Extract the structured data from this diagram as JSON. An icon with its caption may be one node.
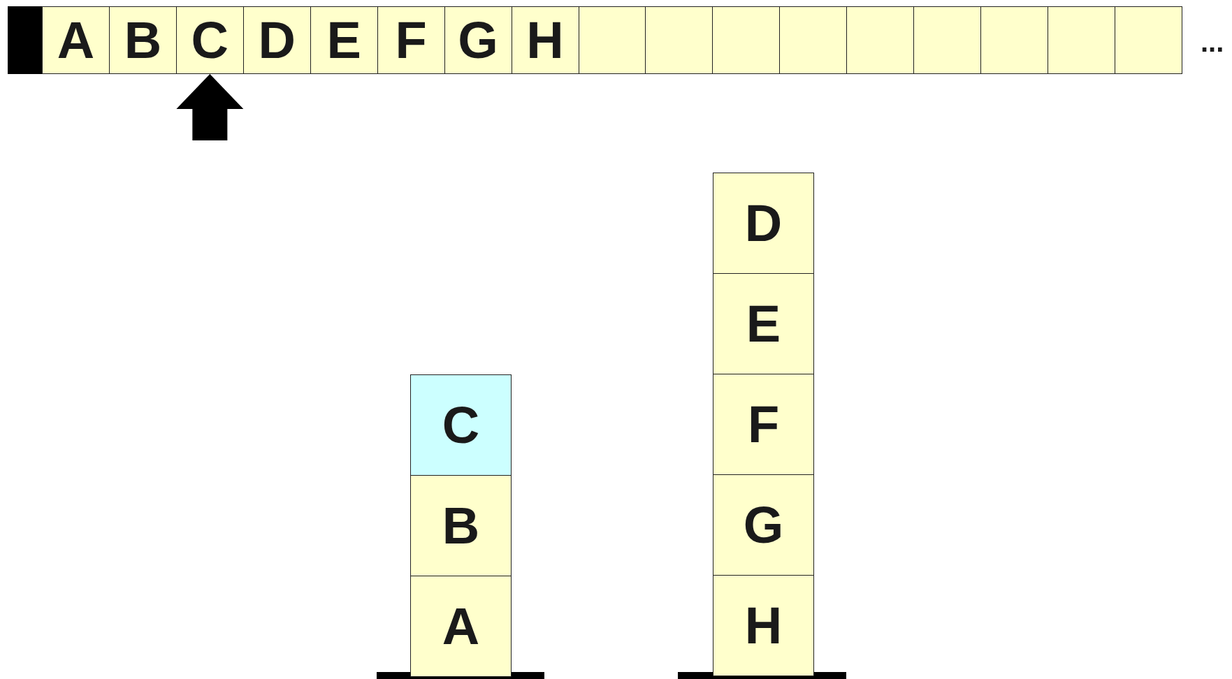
{
  "diagram": {
    "nodes": [
      {
        "text": [],
        "shape": "bar"
      },
      {
        "text": [
          "A"
        ]
      },
      {
        "text": [
          "B"
        ]
      },
      {
        "text": [
          "C"
        ]
      },
      {
        "text": [
          "D"
        ]
      },
      {
        "text": [
          "E"
        ]
      },
      {
        "text": [
          "F"
        ]
      },
      {
        "text": [
          "G"
        ]
      },
      {
        "text": [
          "H"
        ]
      },
      {
        "text": [],
        "shape": "box"
      },
      {
        "text": [],
        "shape": "box"
      },
      {
        "text": [],
        "shape": "box"
      },
      {
        "text": [],
        "shape": "box"
      },
      {
        "text": [],
        "shape": "box"
      },
      {
        "text": [],
        "shape": "box"
      },
      {
        "text": [],
        "shape": "box"
      },
      {
        "text": [],
        "shape": "box"
      },
      {
        "text": [],
        "shape": "box"
      },
      {
        "text": [
          "C"
        ]
      },
      {
        "text": [
          "B"
        ]
      },
      {
        "text": [
          "A"
        ]
      },
      {
        "text": [
          "D"
        ]
      },
      {
        "text": [
          "E"
        ]
      },
      {
        "text": [
          "F"
        ]
      },
      {
        "text": [
          "G"
        ]
      },
      {
        "text": [
          "H"
        ]
      }
    ],
    "edges": [
      {
        "from": null,
        "to": 3,
        "arrow": "to"
      }
    ],
    "labels": [
      "..."
    ]
  }
}
